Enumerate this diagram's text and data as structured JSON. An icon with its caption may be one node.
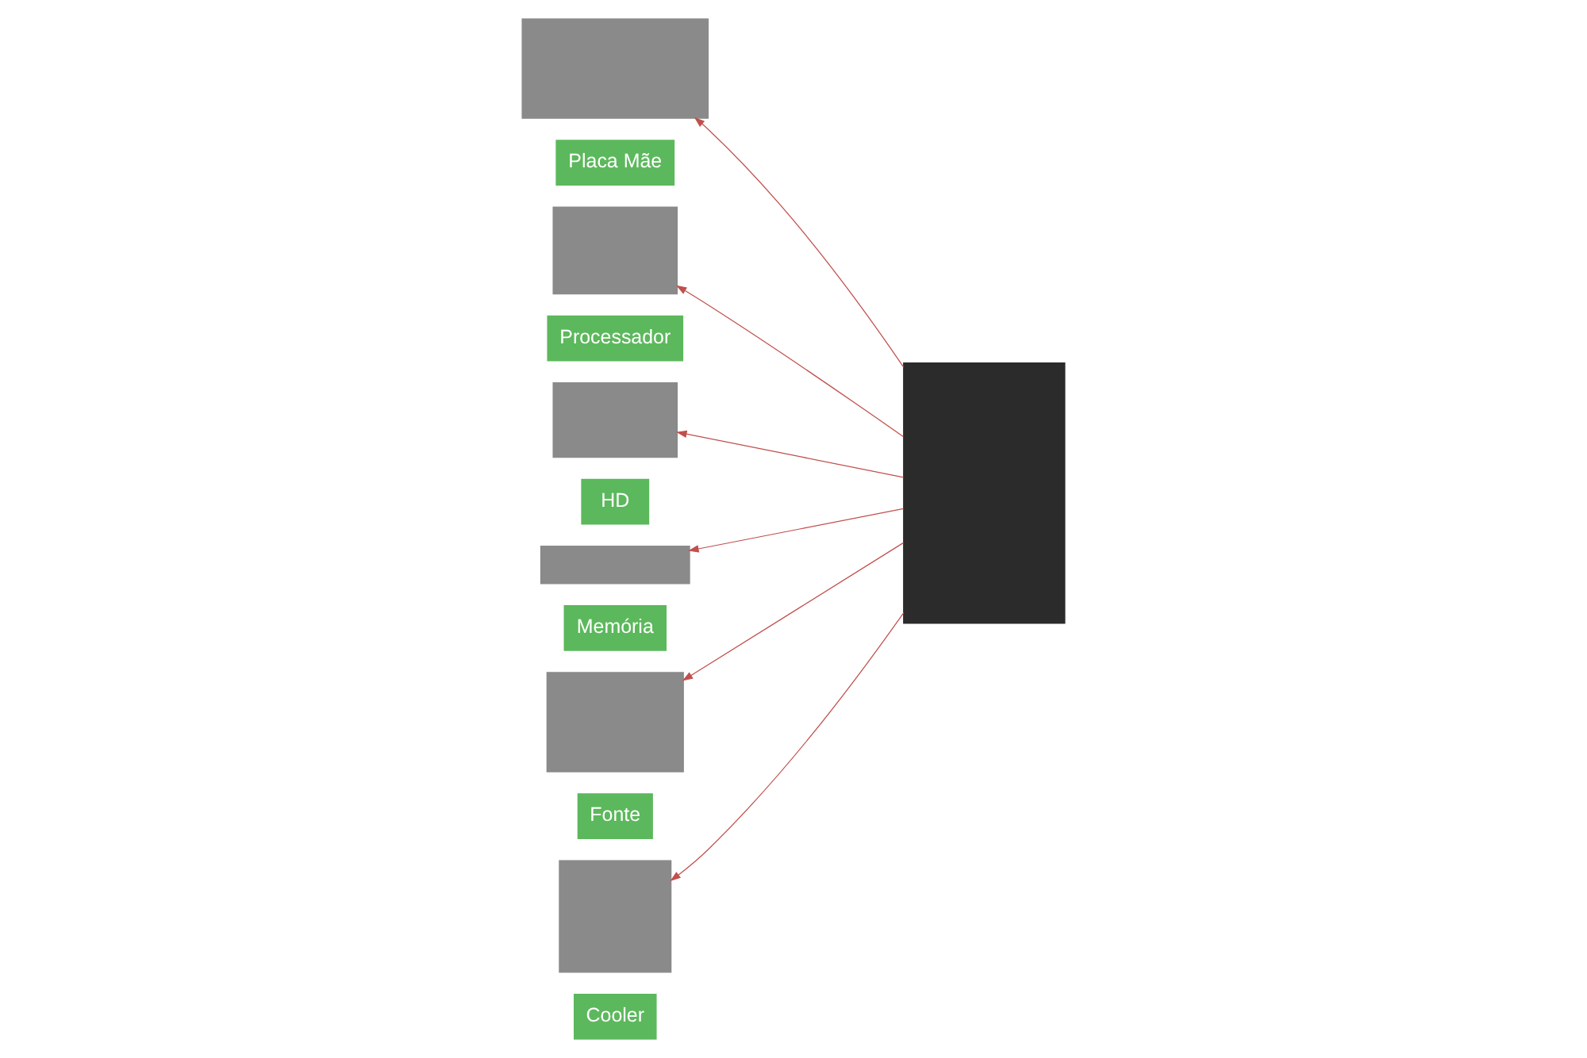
{
  "diagram": {
    "nodes": [
      {
        "text": [],
        "shape": "box",
        "beside": [
          "Placa Mãe"
        ]
      },
      {
        "text": [],
        "shape": "box",
        "beside": [
          "Processador"
        ]
      },
      {
        "text": [],
        "shape": "box",
        "beside": [
          "HD"
        ]
      },
      {
        "text": [],
        "shape": "box",
        "beside": [
          "Memória"
        ]
      },
      {
        "text": [],
        "shape": "box",
        "beside": [
          "Fonte"
        ]
      },
      {
        "text": [],
        "shape": "box",
        "beside": [
          "Cooler"
        ]
      },
      {
        "text": [],
        "shape": "box"
      }
    ],
    "edges": [
      {
        "from": 6,
        "to": 0,
        "arrow": "to"
      },
      {
        "from": 6,
        "to": 1,
        "arrow": "to"
      },
      {
        "from": 6,
        "to": 2,
        "arrow": "to"
      },
      {
        "from": 6,
        "to": 3,
        "arrow": "to"
      },
      {
        "from": 6,
        "to": 4,
        "arrow": "to"
      },
      {
        "from": 6,
        "to": 5,
        "arrow": "to"
      }
    ]
  }
}
